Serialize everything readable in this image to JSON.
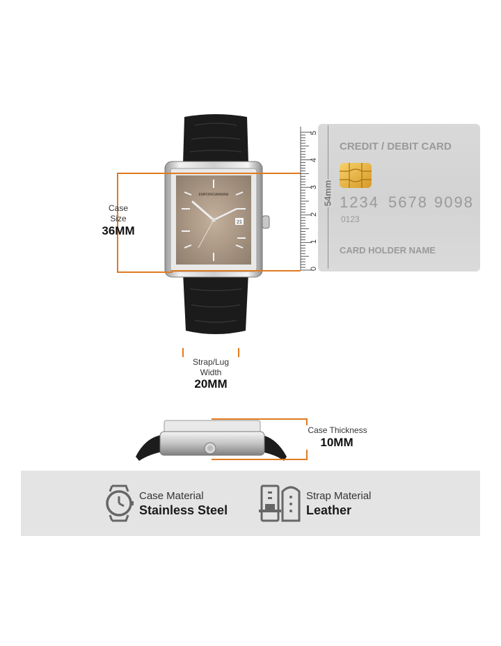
{
  "brand_dial_text": "EMPORIOARMANI",
  "case_size": {
    "title": "Case\nSize",
    "value": "36MM"
  },
  "strap_width": {
    "title": "Strap/Lug\nWidth",
    "value": "20MM"
  },
  "case_thickness": {
    "title": "Case Thickness",
    "value": "10MM"
  },
  "ruler": {
    "labels": [
      "0",
      "1",
      "2",
      "3",
      "4",
      "5"
    ],
    "dimension": "54mm"
  },
  "card": {
    "header": "CREDIT / DEBIT CARD",
    "number_groups": [
      "1234",
      "5678",
      "9098"
    ],
    "small_number": "0123",
    "holder": "CARD HOLDER NAME"
  },
  "specs": [
    {
      "icon": "watch-outline-icon",
      "title": "Case Material",
      "value": "Stainless Steel"
    },
    {
      "icon": "strap-outline-icon",
      "title": "Strap Material",
      "value": "Leather"
    }
  ],
  "colors": {
    "accent_orange": "#e07a1f",
    "band_gray": "#e4e4e4",
    "card_gray": "#d6d6d6"
  }
}
